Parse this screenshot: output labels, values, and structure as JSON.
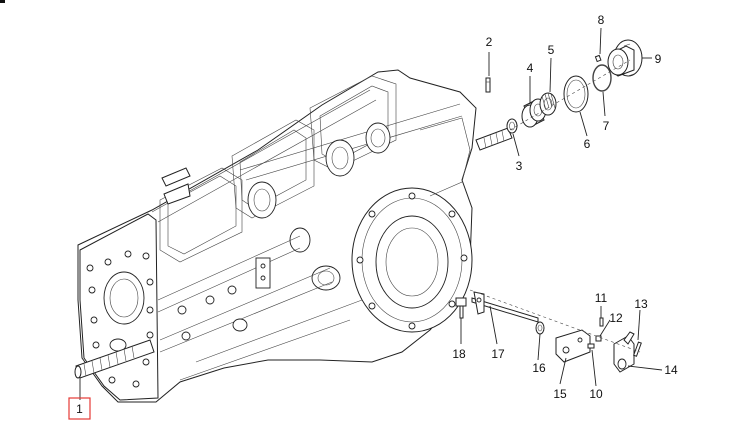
{
  "callouts": [
    {
      "id": "c1",
      "text": "1",
      "selected": true
    },
    {
      "id": "c2",
      "text": "2"
    },
    {
      "id": "c3",
      "text": "3"
    },
    {
      "id": "c4",
      "text": "4"
    },
    {
      "id": "c5",
      "text": "5"
    },
    {
      "id": "c6",
      "text": "6"
    },
    {
      "id": "c7",
      "text": "7"
    },
    {
      "id": "c8",
      "text": "8"
    },
    {
      "id": "c9",
      "text": "9"
    },
    {
      "id": "c10",
      "text": "10"
    },
    {
      "id": "c11",
      "text": "11"
    },
    {
      "id": "c12",
      "text": "12"
    },
    {
      "id": "c13",
      "text": "13"
    },
    {
      "id": "c14",
      "text": "14"
    },
    {
      "id": "c15",
      "text": "15"
    },
    {
      "id": "c16",
      "text": "16"
    },
    {
      "id": "c17",
      "text": "17"
    },
    {
      "id": "c18",
      "text": "18"
    }
  ],
  "colors": {
    "selection": "#e53935",
    "line": "#222222",
    "background": "#ffffff"
  }
}
